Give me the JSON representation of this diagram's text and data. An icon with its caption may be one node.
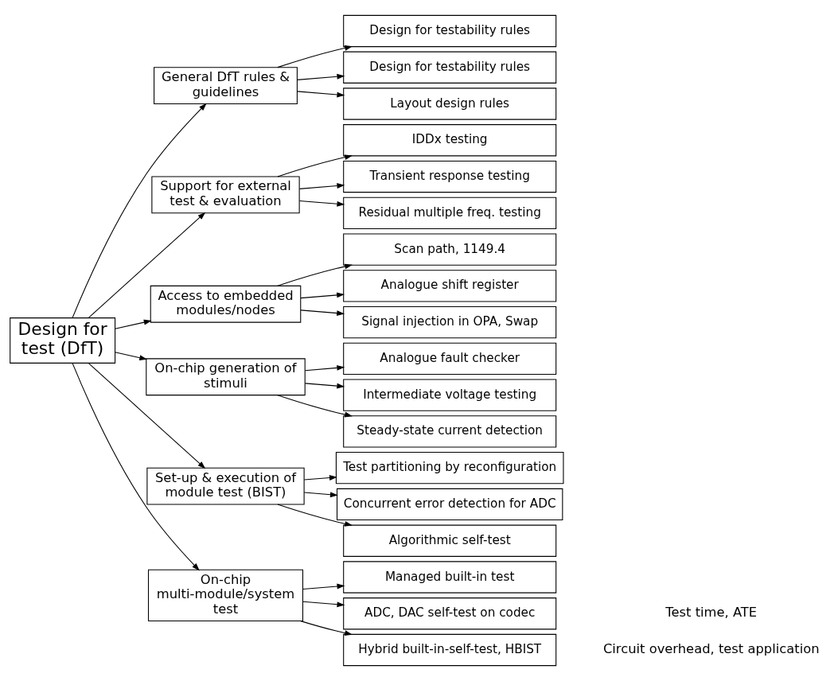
{
  "diagram": {
    "nodes": [
      {
        "text": [
          "Design for test (DfT)"
        ]
      },
      {
        "text": [
          "General DfT rules & guidelines"
        ]
      },
      {
        "text": [
          "Design for testability rules"
        ]
      },
      {
        "text": [
          "Design for testability rules"
        ]
      },
      {
        "text": [
          "Layout design rules"
        ]
      },
      {
        "text": [
          "Support for external test & evaluation"
        ]
      },
      {
        "text": [
          "IDDx testing"
        ]
      },
      {
        "text": [
          "Transient response testing"
        ]
      },
      {
        "text": [
          "Residual multiple freq. testing"
        ]
      },
      {
        "text": [
          "Access to embedded modules/nodes"
        ]
      },
      {
        "text": [
          "Scan path, 1149.4"
        ]
      },
      {
        "text": [
          "Analogue shift register"
        ]
      },
      {
        "text": [
          "Signal injection in OPA, Swap"
        ]
      },
      {
        "text": [
          "On-chip generation of stimuli"
        ]
      },
      {
        "text": [
          "Analogue fault checker"
        ]
      },
      {
        "text": [
          "Intermediate voltage testing"
        ]
      },
      {
        "text": [
          "Steady-state current detection"
        ]
      },
      {
        "text": [
          "Set-up & execution of module test (BIST)"
        ]
      },
      {
        "text": [
          "Test partitioning by reconfiguration"
        ]
      },
      {
        "text": [
          "Concurrent error detection for ADC"
        ]
      },
      {
        "text": [
          "Algorithmic self-test"
        ]
      },
      {
        "text": [
          "On-chip multi-module/system test"
        ]
      },
      {
        "text": [
          "Managed built-in test"
        ]
      },
      {
        "text": [
          "ADC, DAC self-test on codec"
        ]
      },
      {
        "text": [
          "Hybrid built-in-self-test, HBIST"
        ]
      }
    ],
    "edges": [
      {
        "from": 0,
        "to": 1,
        "arrow": "to"
      },
      {
        "from": 0,
        "to": 5,
        "arrow": "to"
      },
      {
        "from": 0,
        "to": 9,
        "arrow": "to"
      },
      {
        "from": 0,
        "to": 13,
        "arrow": "to"
      },
      {
        "from": 0,
        "to": 17,
        "arrow": "to"
      },
      {
        "from": 0,
        "to": 21,
        "arrow": "to"
      },
      {
        "from": 1,
        "to": 2,
        "arrow": "to"
      },
      {
        "from": 1,
        "to": 3,
        "arrow": "to"
      },
      {
        "from": 1,
        "to": 4,
        "arrow": "to"
      },
      {
        "from": 5,
        "to": 6,
        "arrow": "to"
      },
      {
        "from": 5,
        "to": 7,
        "arrow": "to"
      },
      {
        "from": 5,
        "to": 8,
        "arrow": "to"
      },
      {
        "from": 9,
        "to": 10,
        "arrow": "to"
      },
      {
        "from": 9,
        "to": 11,
        "arrow": "to"
      },
      {
        "from": 9,
        "to": 12,
        "arrow": "to"
      },
      {
        "from": 13,
        "to": 14,
        "arrow": "to"
      },
      {
        "from": 13,
        "to": 15,
        "arrow": "to"
      },
      {
        "from": 13,
        "to": 16,
        "arrow": "to"
      },
      {
        "from": 17,
        "to": 18,
        "arrow": "to"
      },
      {
        "from": 17,
        "to": 19,
        "arrow": "to"
      },
      {
        "from": 17,
        "to": 20,
        "arrow": "to"
      },
      {
        "from": 21,
        "to": 22,
        "arrow": "to"
      },
      {
        "from": 21,
        "to": 23,
        "arrow": "to"
      },
      {
        "from": 21,
        "to": 24,
        "arrow": "to"
      }
    ],
    "labels": [
      "Circuit overhead, test application",
      "Test time, ATE"
    ]
  }
}
